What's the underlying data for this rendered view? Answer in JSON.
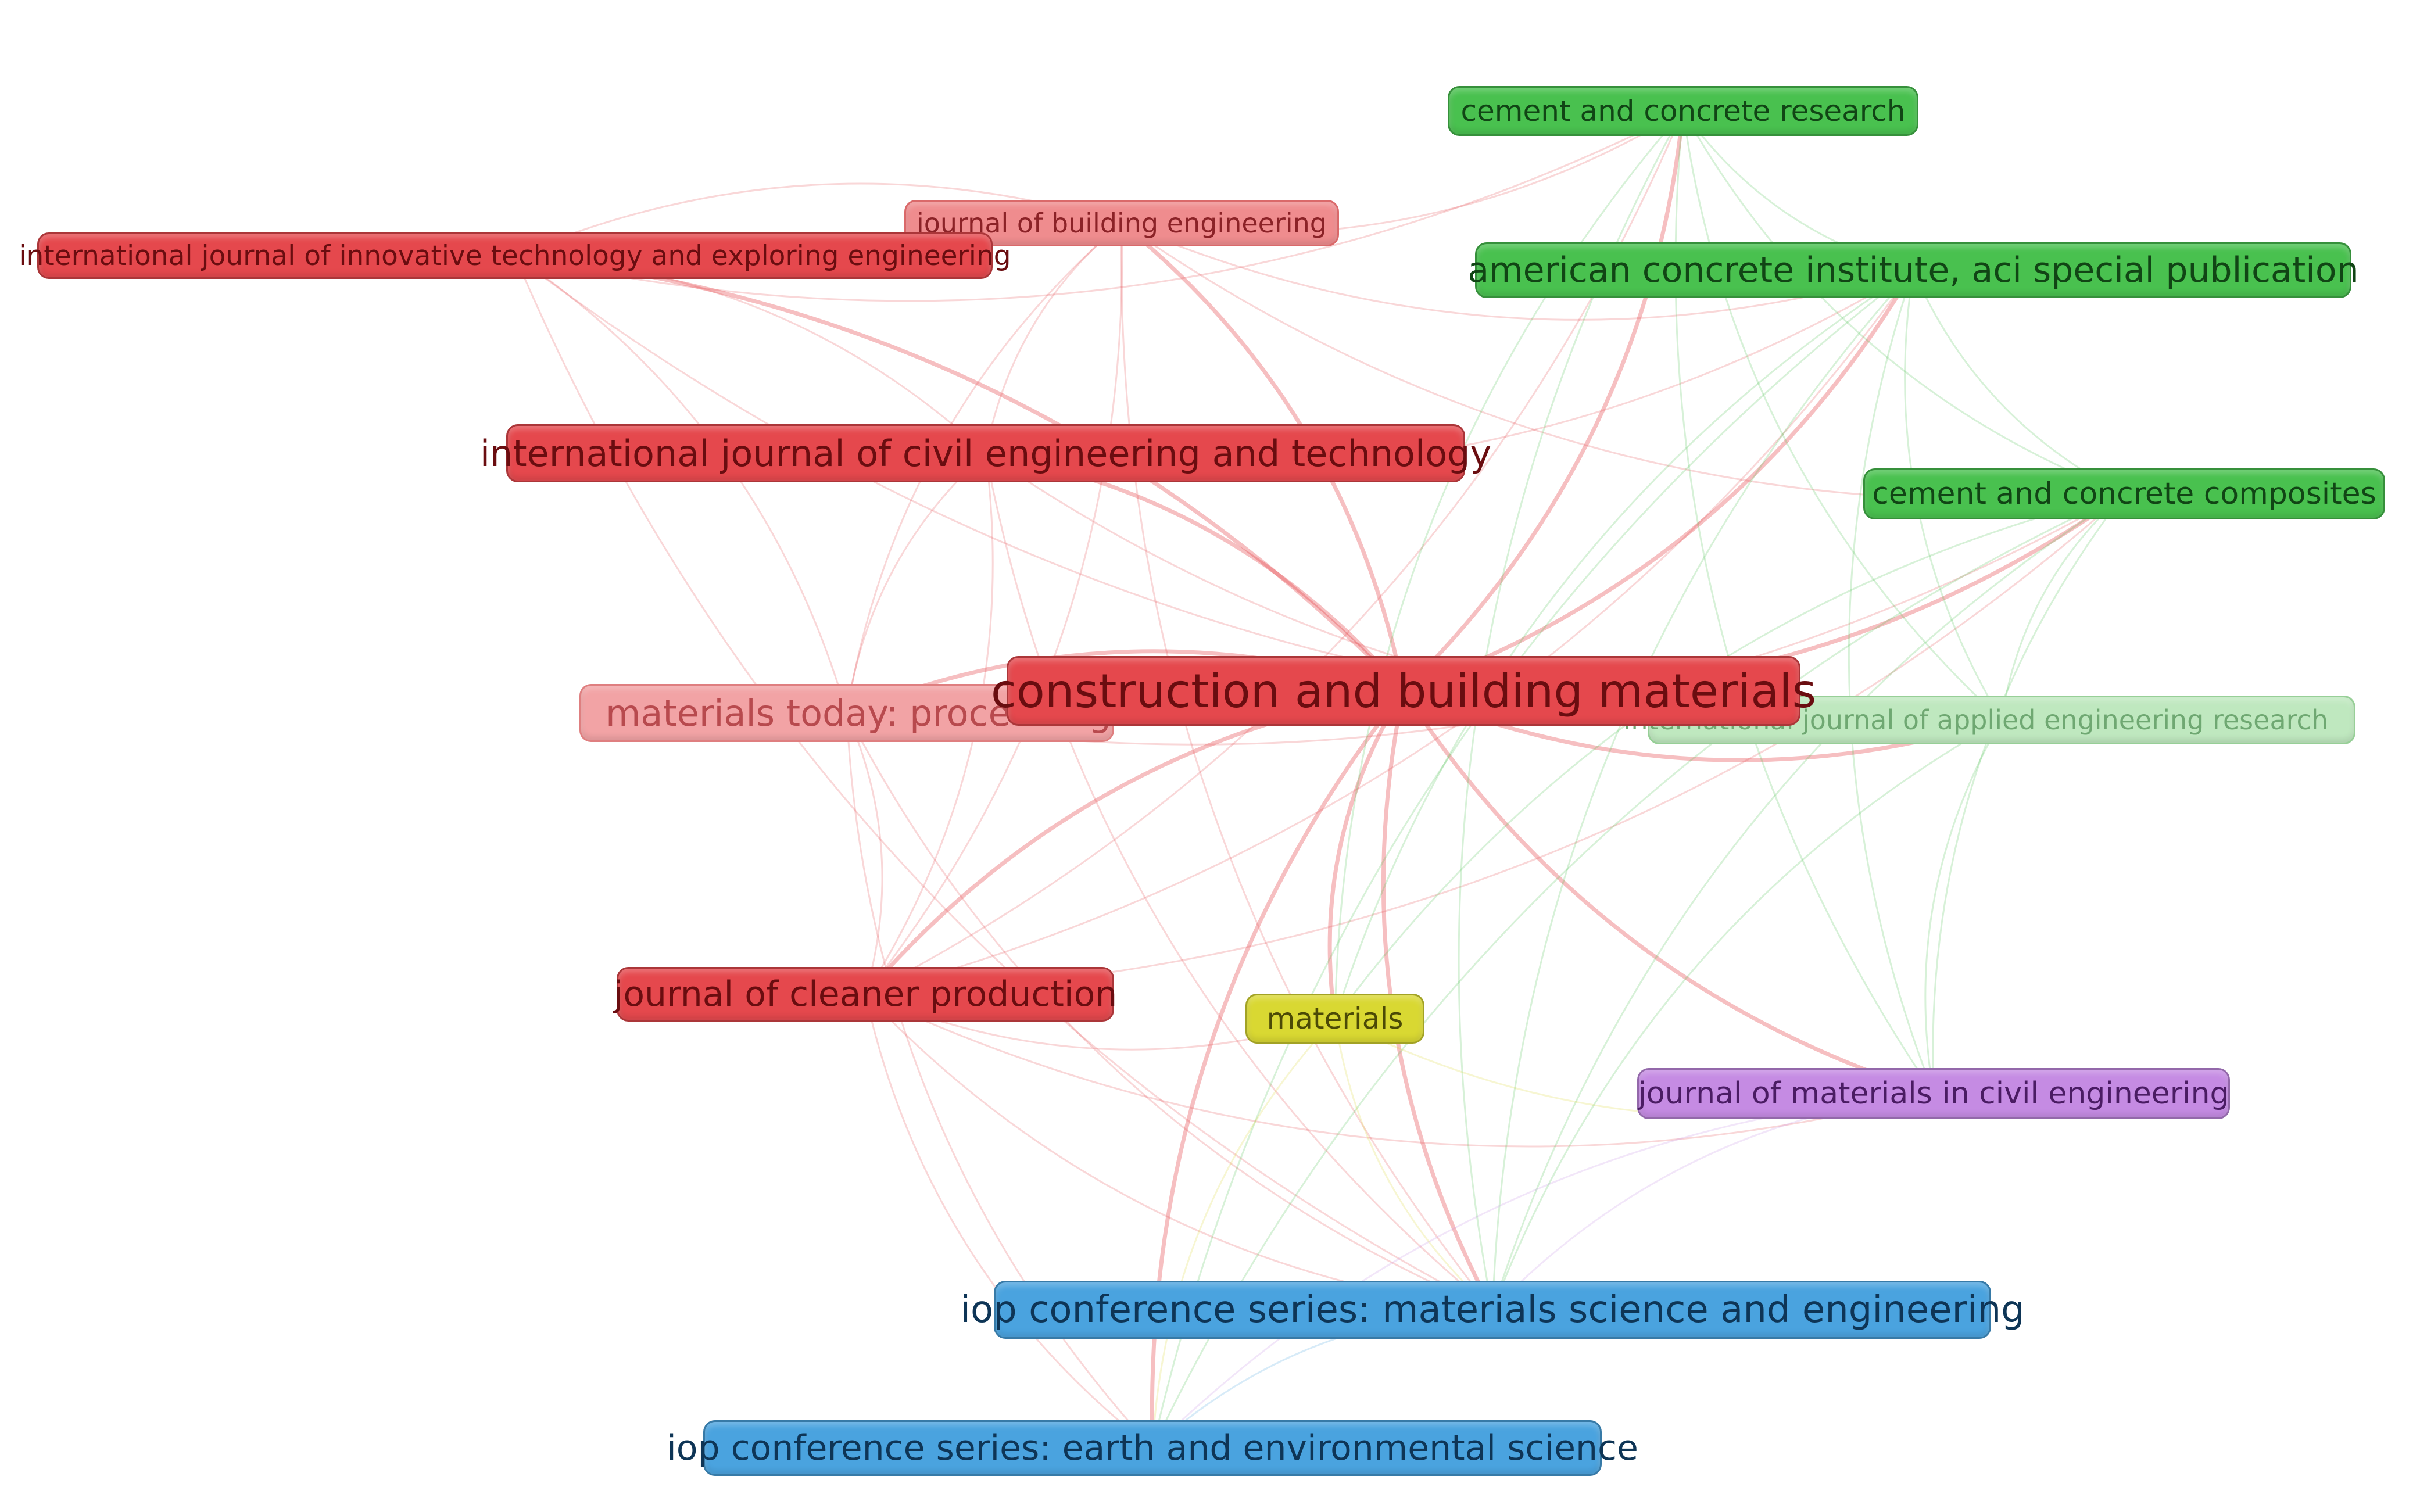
{
  "nodes": [
    {
      "id": "cbm",
      "label": "construction and building materials",
      "cluster": "red"
    },
    {
      "id": "ijciet",
      "label": "international journal of civil engineering and technology",
      "cluster": "red"
    },
    {
      "id": "ijitee",
      "label": "international journal of innovative technology and exploring engineering",
      "cluster": "red"
    },
    {
      "id": "jbe",
      "label": "journal of building engineering",
      "cluster": "red"
    },
    {
      "id": "mtp",
      "label": "materials today: proceedings",
      "cluster": "red"
    },
    {
      "id": "jcp",
      "label": "journal of cleaner production",
      "cluster": "red"
    },
    {
      "id": "ccr",
      "label": "cement and concrete research",
      "cluster": "green"
    },
    {
      "id": "aci",
      "label": "american concrete institute, aci special publication",
      "cluster": "green"
    },
    {
      "id": "ccc",
      "label": "cement and concrete composites",
      "cluster": "green"
    },
    {
      "id": "ijaer",
      "label": "international journal of applied engineering research",
      "cluster": "green"
    },
    {
      "id": "mat",
      "label": "materials",
      "cluster": "yellow"
    },
    {
      "id": "jmce",
      "label": "journal of materials in civil engineering",
      "cluster": "purple"
    },
    {
      "id": "iopmse",
      "label": "iop conference series: materials science and engineering",
      "cluster": "blue"
    },
    {
      "id": "iopees",
      "label": "iop conference series: earth and environmental science",
      "cluster": "blue"
    }
  ],
  "colors": {
    "red": "#e5484d",
    "green": "#49c14f",
    "blue": "#4aa3df",
    "yellow": "#d9d832",
    "purple": "#c58be3"
  },
  "links": [
    [
      "cbm",
      "jcp"
    ],
    [
      "cbm",
      "mtp"
    ],
    [
      "cbm",
      "ijciet"
    ],
    [
      "cbm",
      "jbe"
    ],
    [
      "cbm",
      "aci"
    ],
    [
      "cbm",
      "ccc"
    ],
    [
      "cbm",
      "ccr"
    ],
    [
      "cbm",
      "mat"
    ],
    [
      "cbm",
      "jmce"
    ],
    [
      "cbm",
      "iopmse"
    ],
    [
      "cbm",
      "iopees"
    ],
    [
      "cbm",
      "ijaer"
    ],
    [
      "cbm",
      "ijitee"
    ],
    [
      "jcp",
      "jbe"
    ],
    [
      "jcp",
      "mtp"
    ],
    [
      "jcp",
      "ijciet"
    ],
    [
      "jcp",
      "ccc"
    ],
    [
      "jcp",
      "aci"
    ],
    [
      "jcp",
      "mat"
    ],
    [
      "jcp",
      "iopmse"
    ],
    [
      "jcp",
      "iopees"
    ],
    [
      "jcp",
      "jmce"
    ],
    [
      "jcp",
      "ccr"
    ],
    [
      "jbe",
      "ijciet"
    ],
    [
      "jbe",
      "mtp"
    ],
    [
      "jbe",
      "ccc"
    ],
    [
      "jbe",
      "aci"
    ],
    [
      "jbe",
      "ijitee"
    ],
    [
      "jbe",
      "ccr"
    ],
    [
      "jbe",
      "iopmse"
    ],
    [
      "ijciet",
      "mtp"
    ],
    [
      "ijciet",
      "ijitee"
    ],
    [
      "ijciet",
      "aci"
    ],
    [
      "ijciet",
      "iopmse"
    ],
    [
      "ijciet",
      "ijaer"
    ],
    [
      "mtp",
      "ijitee"
    ],
    [
      "mtp",
      "iopmse"
    ],
    [
      "mtp",
      "iopees"
    ],
    [
      "mtp",
      "ccc"
    ],
    [
      "ijitee",
      "iopmse"
    ],
    [
      "ijitee",
      "ijaer"
    ],
    [
      "ijitee",
      "ccr"
    ],
    [
      "ccr",
      "aci"
    ],
    [
      "ccr",
      "ccc"
    ],
    [
      "ccr",
      "mat"
    ],
    [
      "ccr",
      "jmce"
    ],
    [
      "ccr",
      "iopmse"
    ],
    [
      "ccr",
      "ijaer"
    ],
    [
      "aci",
      "ccc"
    ],
    [
      "aci",
      "mat"
    ],
    [
      "aci",
      "jmce"
    ],
    [
      "aci",
      "iopmse"
    ],
    [
      "aci",
      "iopees"
    ],
    [
      "aci",
      "ijaer"
    ],
    [
      "ccc",
      "mat"
    ],
    [
      "ccc",
      "jmce"
    ],
    [
      "ccc",
      "iopmse"
    ],
    [
      "ccc",
      "ijaer"
    ],
    [
      "ccc",
      "iopees"
    ],
    [
      "mat",
      "jmce"
    ],
    [
      "mat",
      "iopmse"
    ],
    [
      "mat",
      "iopees"
    ],
    [
      "jmce",
      "iopmse"
    ],
    [
      "jmce",
      "iopees"
    ],
    [
      "iopmse",
      "iopees"
    ],
    [
      "ijaer",
      "iopmse"
    ],
    [
      "ijaer",
      "jmce"
    ]
  ]
}
